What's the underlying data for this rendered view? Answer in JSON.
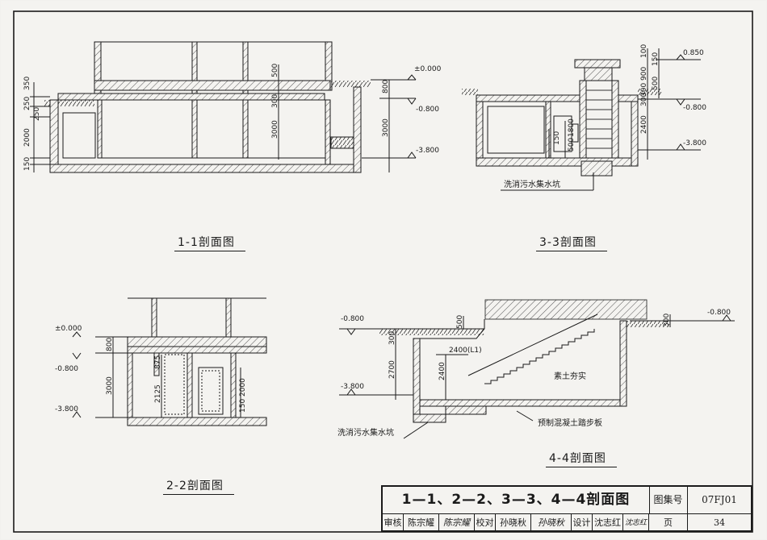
{
  "sections": {
    "s11": {
      "caption": "1-1剖面图",
      "levels": [
        "±0.000",
        "-0.800",
        "-3.800"
      ],
      "dims": [
        "350",
        "250",
        "250",
        "2000",
        "150",
        "500",
        "300",
        "3000",
        "800",
        "3000"
      ]
    },
    "s33": {
      "caption": "3-3剖面图",
      "levels": [
        "0.850",
        "-0.800",
        "-3.800"
      ],
      "dims": [
        "100",
        "150",
        "900",
        "500",
        "300",
        "300",
        "2400",
        "150",
        "500",
        "1800"
      ],
      "note": "洗消污水集水坑"
    },
    "s22": {
      "caption": "2-2剖面图",
      "levels": [
        "±0.000",
        "-0.800",
        "-3.800"
      ],
      "dims": [
        "800",
        "3000",
        "875",
        "2125",
        "2000",
        "150"
      ]
    },
    "s44": {
      "caption": "4-4剖面图",
      "levels": [
        "-0.800",
        "-0.800",
        "-3.800"
      ],
      "dims": [
        "500",
        "300",
        "300",
        "2700",
        "2400(L1)",
        "2400"
      ],
      "notes": [
        "素土夯实",
        "预制混凝土踏步板",
        "洗消污水集水坑"
      ]
    }
  },
  "title_block": {
    "title": "1—1、2—2、3—3、4—4剖面图",
    "atlas_label": "图集号",
    "atlas_no": "07FJ01",
    "review_label": "审核",
    "review_name": "陈宗耀",
    "review_sig": "陈宗耀",
    "check_label": "校对",
    "check_name": "孙晓秋",
    "check_sig": "孙晓秋",
    "design_label": "设计",
    "design_name": "沈志红",
    "design_sig": "沈志红",
    "page_label": "页",
    "page_no": "34"
  },
  "colors": {
    "ink": "#1a1a1a",
    "paper": "#f4f3f0",
    "hatch": "#555555"
  }
}
